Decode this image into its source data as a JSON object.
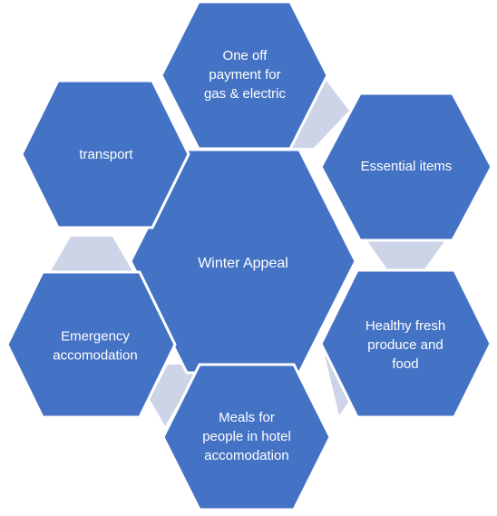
{
  "diagram": {
    "center": {
      "lines": [
        "Winter Appeal"
      ]
    },
    "nodes": [
      {
        "id": "gas-electric",
        "lines": [
          "One off",
          "payment for",
          "gas & electric"
        ]
      },
      {
        "id": "essential-items",
        "lines": [
          "Essential items"
        ]
      },
      {
        "id": "healthy-food",
        "lines": [
          "Healthy fresh",
          "produce and",
          "food"
        ]
      },
      {
        "id": "meals-hotel",
        "lines": [
          "Meals for",
          "people in hotel",
          "accomodation"
        ]
      },
      {
        "id": "emergency-accommodation",
        "lines": [
          "Emergency",
          "accomodation"
        ]
      },
      {
        "id": "transport",
        "lines": [
          "transport"
        ]
      }
    ],
    "colors": {
      "hex_fill": "#4472c4",
      "connector_fill": "#ced4e8",
      "text": "#ffffff"
    }
  }
}
